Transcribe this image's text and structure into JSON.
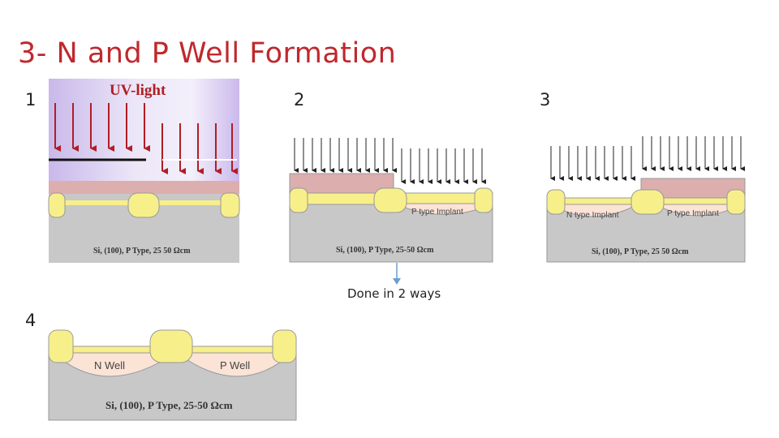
{
  "slide": {
    "title": "3- N and P Well Formation",
    "steps": [
      "1",
      "2",
      "3",
      "4"
    ],
    "note": "Done in 2 ways"
  },
  "panel1": {
    "uv_label": "UV-light",
    "substrate": "Si, (100), P Type, 25 50 Ωcm"
  },
  "panel2": {
    "implant": "P type Implant",
    "substrate": "Si, (100), P Type, 25-50 Ωcm"
  },
  "panel3": {
    "implant_left": "N type Implant",
    "implant_right": "P type Implant",
    "substrate": "Si, (100), P Type, 25 50 Ωcm"
  },
  "panel4": {
    "well_left": "N Well",
    "well_right": "P Well",
    "substrate": "Si, (100), P Type, 25-50 Ωcm"
  },
  "colors": {
    "title": "#c0282d",
    "arrow_red": "#b01e24",
    "oxide": "#f7ef8a",
    "resist": "#dcaeae",
    "substrate": "#c8c8c8",
    "well": "#fbe3d6",
    "pointer": "#6a9fd4"
  }
}
